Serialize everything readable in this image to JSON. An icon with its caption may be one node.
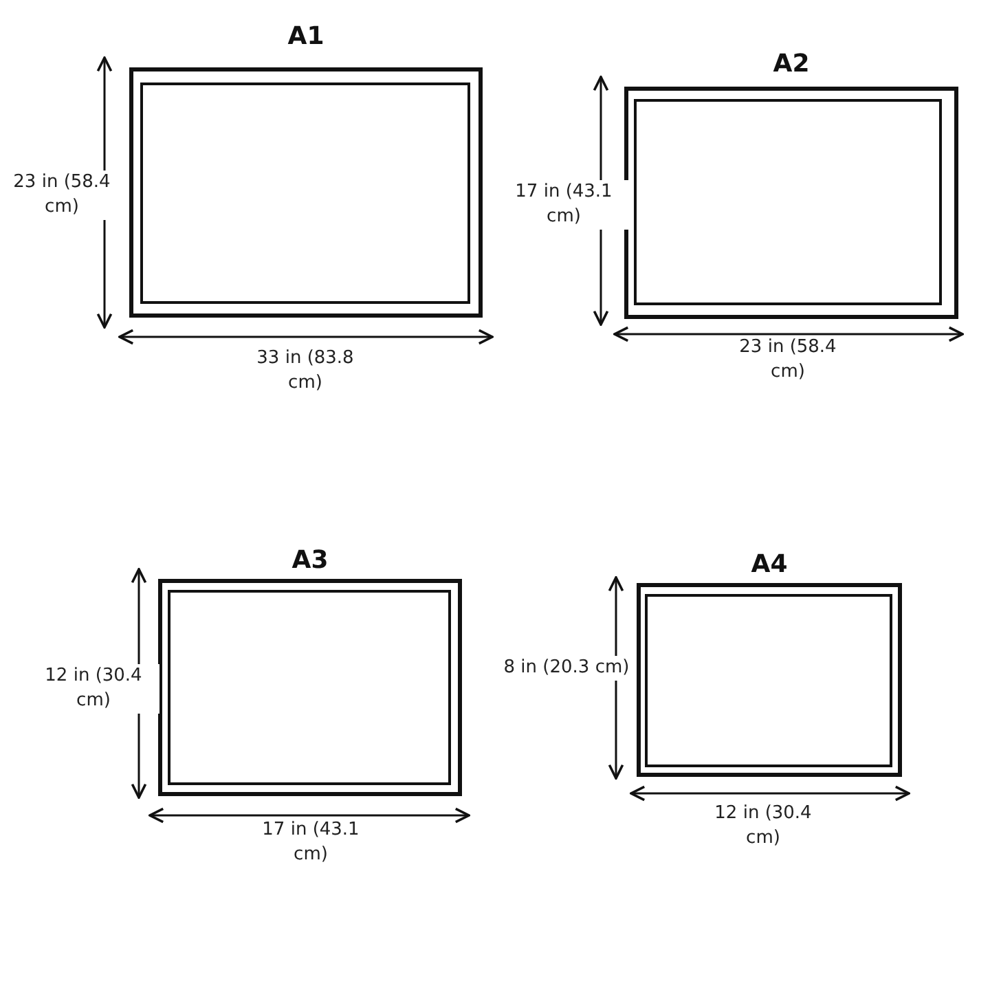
{
  "diagram": {
    "nodes": [
      {
        "text": [
          "A1"
        ]
      },
      {
        "text": [
          "A2"
        ]
      },
      {
        "text": [
          "A3"
        ]
      },
      {
        "text": [
          "A4"
        ]
      }
    ],
    "labels": [
      "23 in (58.4 cm)",
      "33 in (83.8 cm)",
      "17 in (43.1 cm)",
      "23 in (58.4 cm)",
      "12 in (30.4 cm)",
      "17 in (43.1 cm)",
      "8 in (20.3 cm)",
      "12 in (30.4 cm)"
    ]
  }
}
